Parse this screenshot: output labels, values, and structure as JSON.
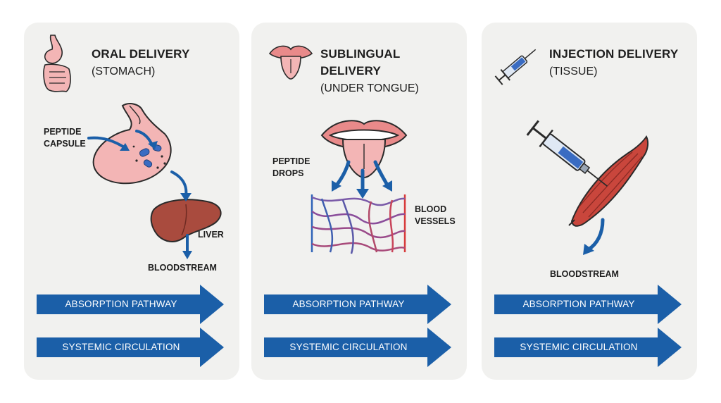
{
  "colors": {
    "panel_bg": "#f1f1ef",
    "arrow_blue": "#1b5fa8",
    "organ_pink": "#f3b5b5",
    "liver_brown": "#a94b3e",
    "vessel_red": "#d83a3a",
    "vessel_blue": "#2f63b8"
  },
  "panels": [
    {
      "title": "ORAL DELIVERY",
      "subtitle": "(STOMACH)",
      "icon": "stomach-intestines-icon",
      "labels": {
        "input": "PEPTIDE\nCAPSULE",
        "organ": "LIVER",
        "output": "BLOODSTREAM"
      },
      "arrows": [
        "ABSORPTION PATHWAY",
        "SYSTEMIC CIRCULATION"
      ]
    },
    {
      "title": "SUBLINGUAL\nDELIVERY",
      "subtitle": "(UNDER TONGUE)",
      "icon": "tongue-icon",
      "labels": {
        "input": "PEPTIDE\nDROPS",
        "output": "BLOOD\nVESSELS"
      },
      "arrows": [
        "ABSORPTION PATHWAY",
        "SYSTEMIC CIRCULATION"
      ]
    },
    {
      "title": "INJECTION DELIVERY",
      "subtitle": "(TISSUE)",
      "icon": "syringe-icon",
      "labels": {
        "output": "BLOODSTREAM"
      },
      "arrows": [
        "ABSORPTION PATHWAY",
        "SYSTEMIC CIRCULATION"
      ]
    }
  ]
}
